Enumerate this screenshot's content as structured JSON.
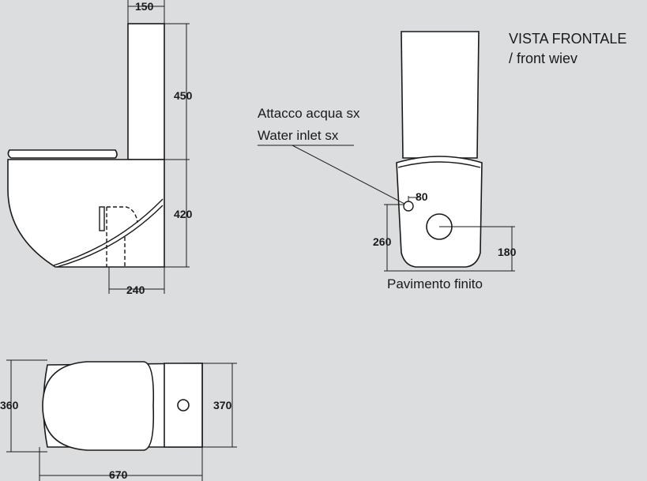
{
  "title": {
    "line1": "VISTA FRONTALE",
    "line2": "/ front wiev"
  },
  "labels": {
    "inlet_it": "Attacco acqua sx",
    "inlet_en": "Water inlet sx",
    "floor": "Pavimento finito"
  },
  "dimensions": {
    "tank_depth": "150",
    "tank_height": "450",
    "bowl_height": "420",
    "outlet_offset": "240",
    "inlet_offset": "80",
    "inlet_height": "260",
    "outlet_height": "180",
    "seat_width": "360",
    "base_width": "370",
    "total_length": "670"
  }
}
